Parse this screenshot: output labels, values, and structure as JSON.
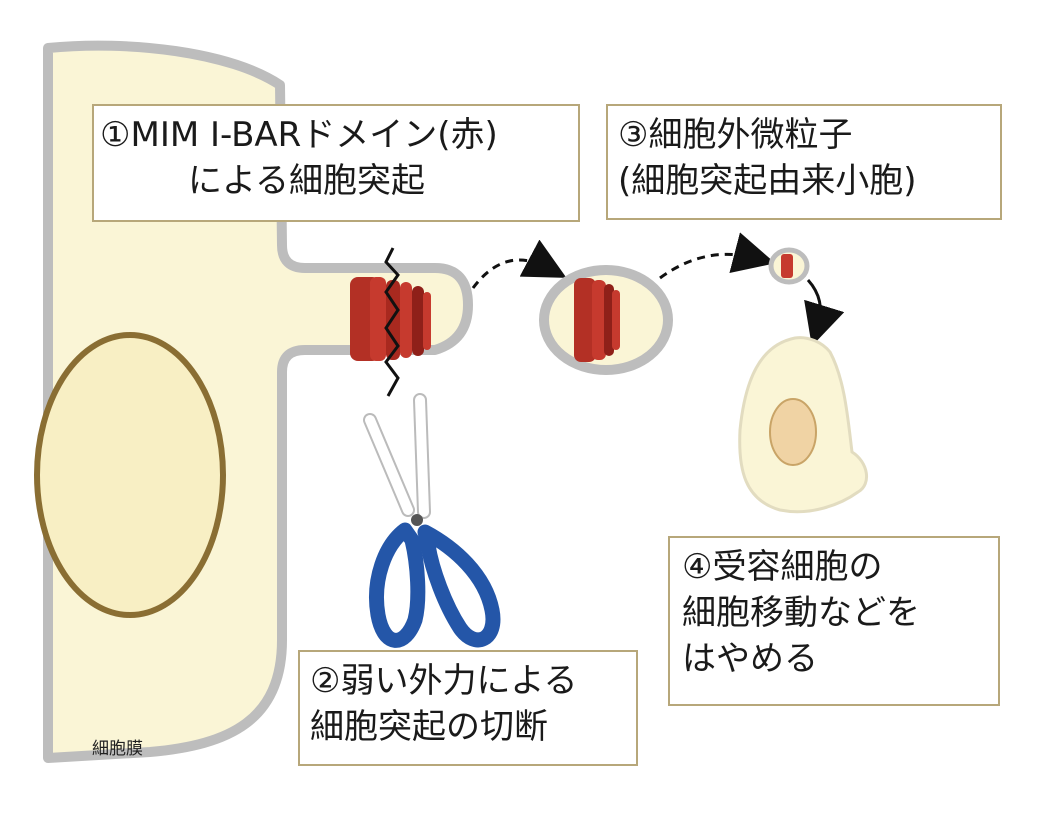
{
  "labels": {
    "step1": {
      "line1": "①MIM I-BARドメイン(赤)",
      "line2": "による細胞突起"
    },
    "step2": {
      "line1": "②弱い外力による",
      "line2": "細胞突起の切断"
    },
    "step3": {
      "line1": "③細胞外微粒子",
      "line2": "(細胞突起由来小胞)"
    },
    "step4": {
      "line1": "④受容細胞の",
      "line2": "細胞移動などを",
      "line3": "はやめる"
    },
    "membrane": "細胞膜"
  },
  "icons": {
    "scissors": "scissors-icon",
    "arrow1": "dashed-arrow-icon",
    "arrow2": "dashed-arrow-icon",
    "arrow3": "curved-arrow-icon"
  },
  "colors": {
    "cytoplasm": "#faf5d6",
    "membrane": "#bdbdbd",
    "nucleus_outline": "#8a6e33",
    "nucleus_fill": "#f8efc4",
    "ibar_red": "#c63a2e",
    "ibar_dark": "#8f2019",
    "scissor_blue": "#2456a8",
    "box_border": "#b7a77a",
    "recipient_nucleus": "#f0d3a4"
  }
}
